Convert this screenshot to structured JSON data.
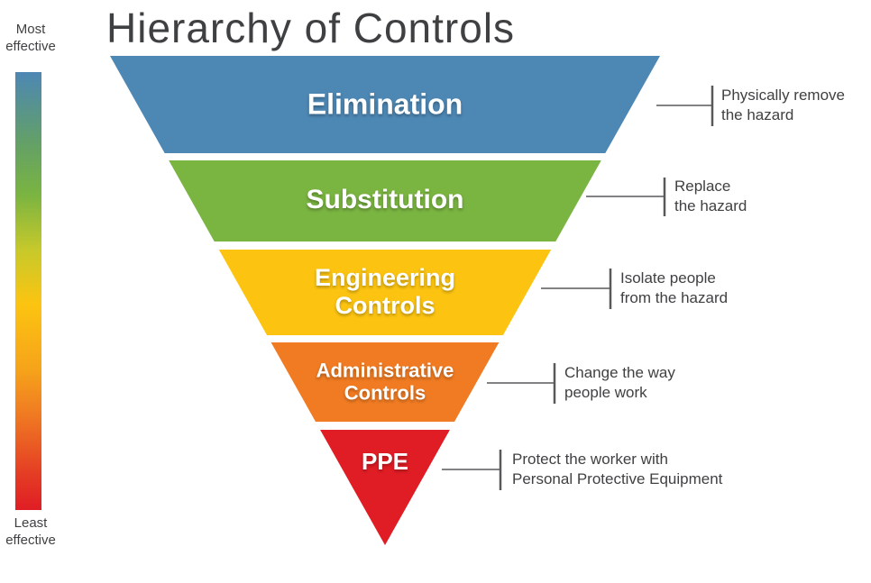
{
  "title": "Hierarchy of Controls",
  "scale": {
    "top_label": "Most\neffective",
    "bottom_label": "Least\neffective"
  },
  "levels": [
    {
      "name": "Elimination",
      "description": "Physically remove\nthe hazard",
      "color": "#4d87b4"
    },
    {
      "name": "Substitution",
      "description": "Replace\nthe hazard",
      "color": "#7ab441"
    },
    {
      "name": "Engineering\nControls",
      "description": "Isolate people\nfrom the hazard",
      "color": "#fcc411"
    },
    {
      "name": "Administrative\nControls",
      "description": "Change the way\npeople work",
      "color": "#f07b22"
    },
    {
      "name": "PPE",
      "description": "Protect the worker with\nPersonal Protective Equipment",
      "color": "#e01d25"
    }
  ]
}
